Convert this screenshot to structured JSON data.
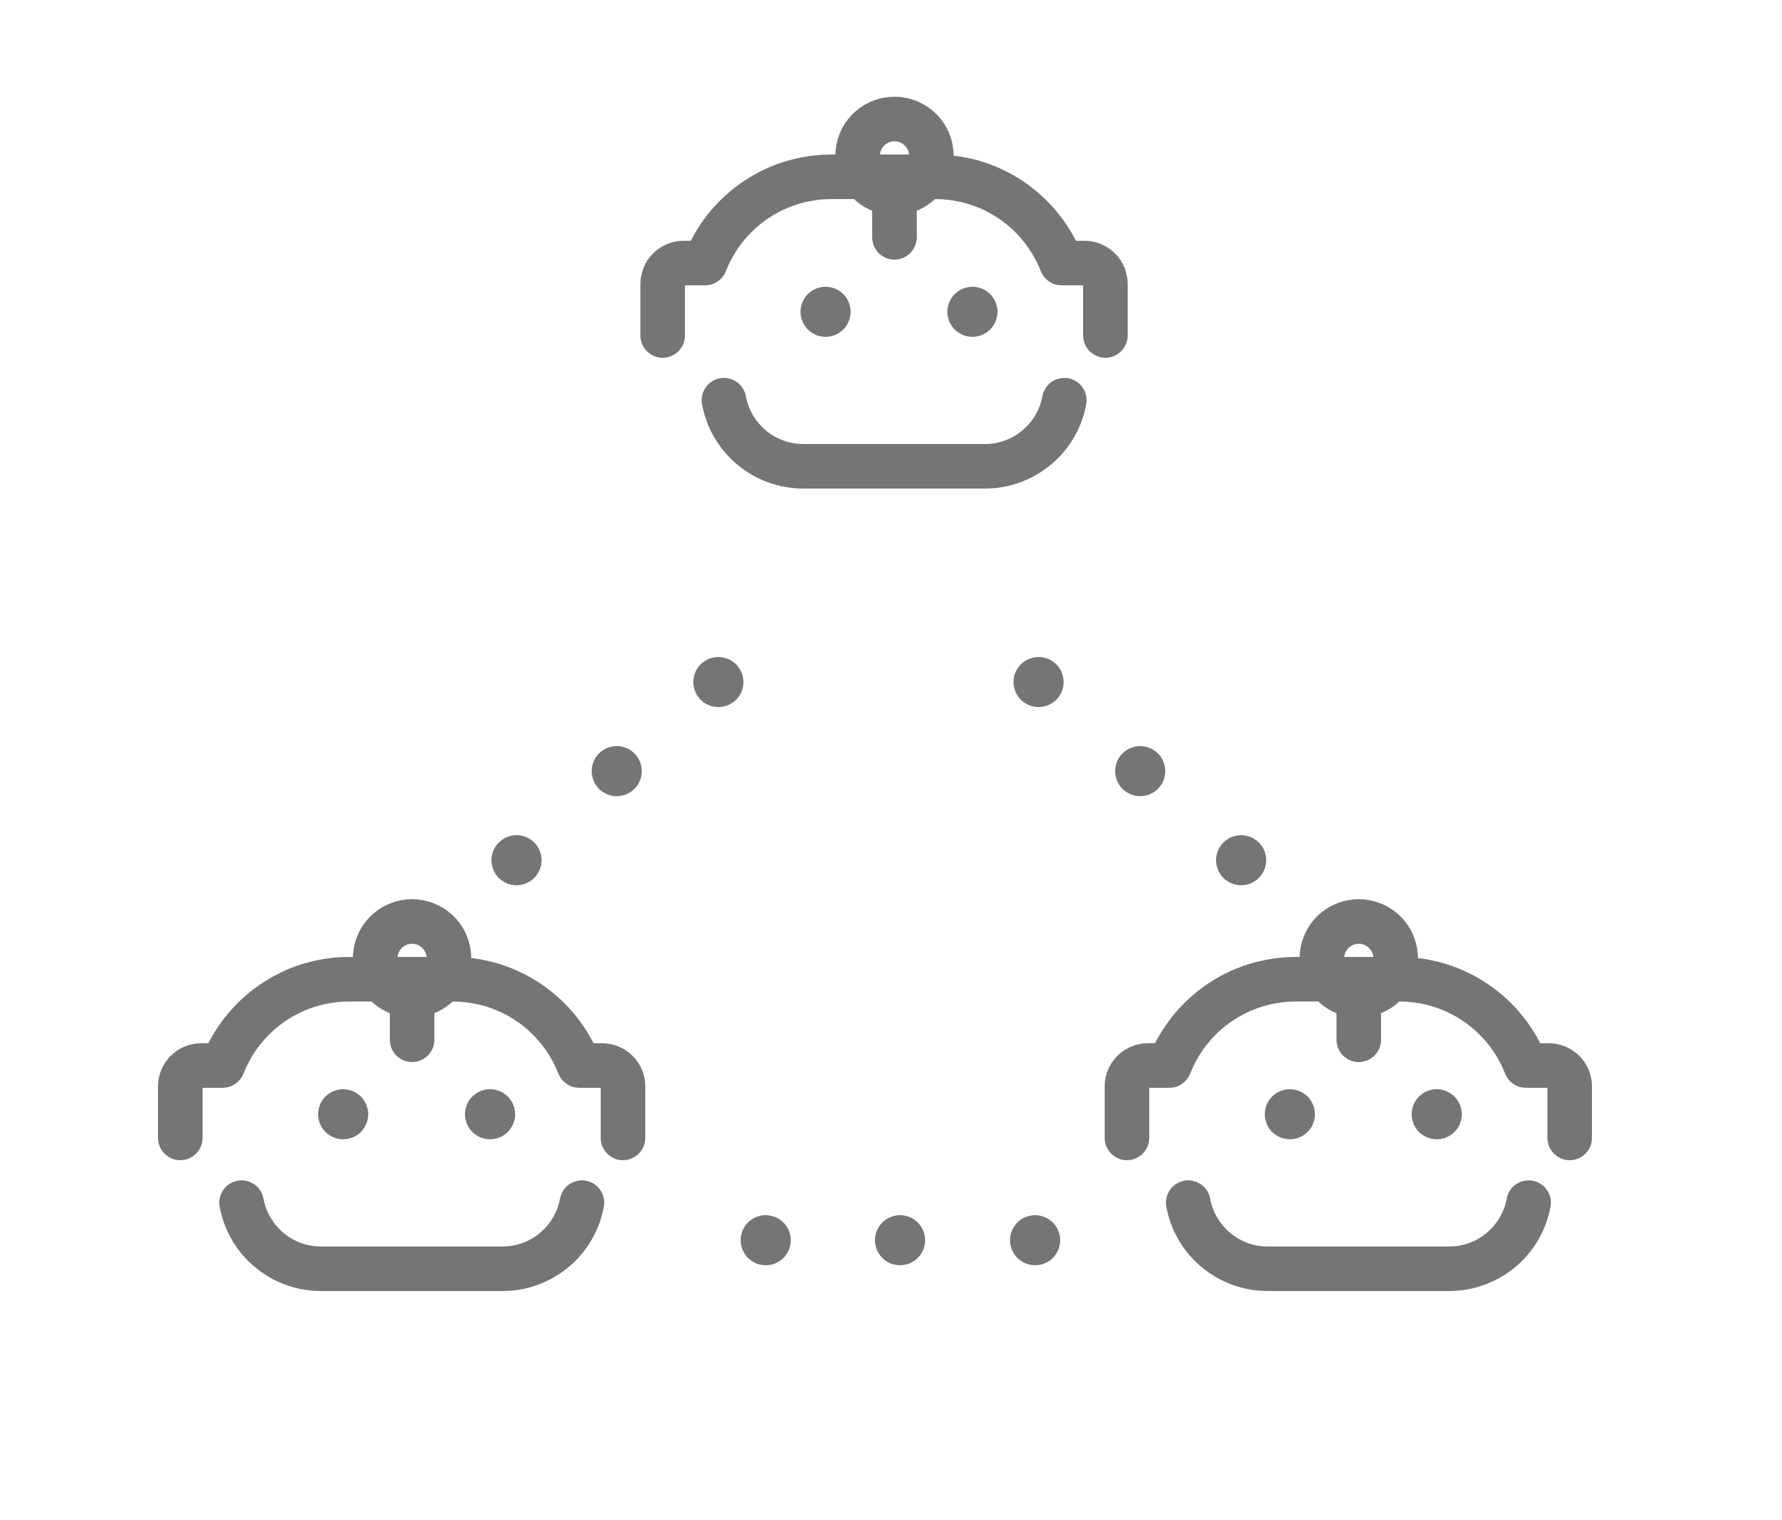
{
  "diagram": {
    "icon": "robot-network-icon",
    "stroke_color": "#757575",
    "background_color": "#ffffff",
    "nodes": [
      {
        "id": "robot-top",
        "icon": "robot-icon"
      },
      {
        "id": "robot-bottom-left",
        "icon": "robot-icon"
      },
      {
        "id": "robot-bottom-right",
        "icon": "robot-icon"
      }
    ],
    "connections": [
      {
        "from": "robot-top",
        "to": "robot-bottom-left",
        "style": "dotted",
        "dot_count": 3
      },
      {
        "from": "robot-top",
        "to": "robot-bottom-right",
        "style": "dotted",
        "dot_count": 3
      },
      {
        "from": "robot-bottom-left",
        "to": "robot-bottom-right",
        "style": "dotted",
        "dot_count": 3
      }
    ]
  }
}
